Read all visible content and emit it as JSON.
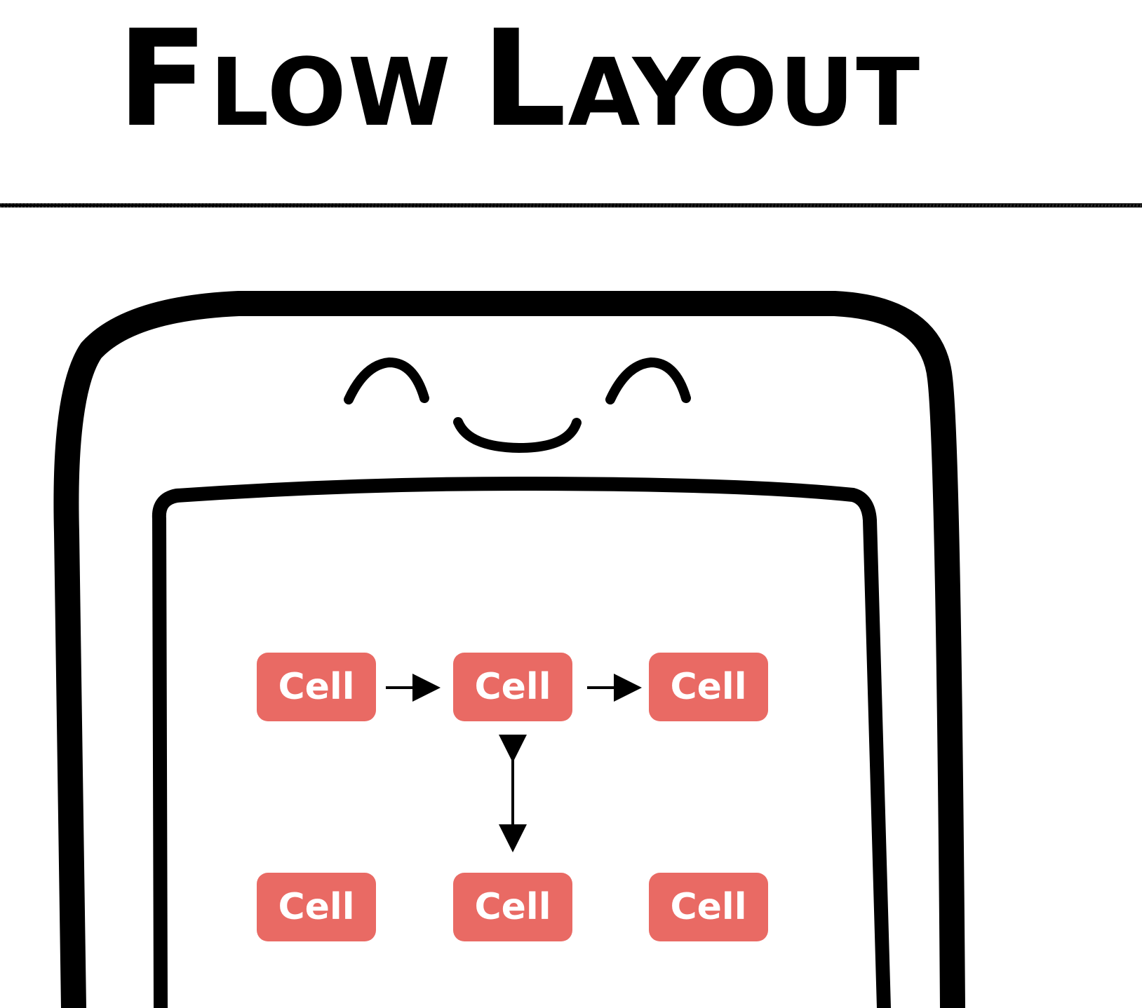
{
  "title": {
    "word1": "Flow",
    "word2": "Layout"
  },
  "cells": [
    {
      "label": "Cell"
    },
    {
      "label": "Cell"
    },
    {
      "label": "Cell"
    },
    {
      "label": "Cell"
    },
    {
      "label": "Cell"
    },
    {
      "label": "Cell"
    }
  ],
  "colors": {
    "cell_fill": "#e96a64",
    "cell_text": "#ffffff",
    "ink": "#000000",
    "background": "#ffffff"
  },
  "icons": {
    "face": "smiling-face-icon",
    "horizontal_arrows": "arrow-right-icon",
    "vertical_arrow": "double-arrow-vertical-icon"
  }
}
